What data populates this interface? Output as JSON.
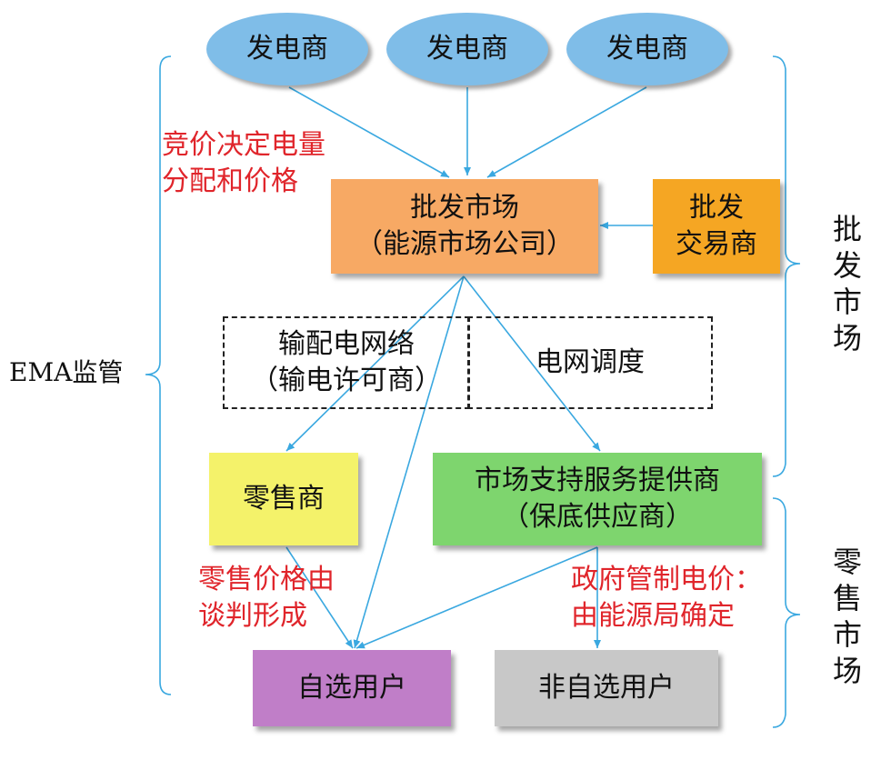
{
  "generators": [
    "发电商",
    "发电商",
    "发电商"
  ],
  "wholesale_market": {
    "line1": "批发市场",
    "line2": "（能源市场公司）"
  },
  "wholesale_trader": {
    "line1": "批发",
    "line2": "交易商"
  },
  "bidding_note": {
    "line1": "竞价决定电量",
    "line2": "分配和价格"
  },
  "grid": {
    "line1": "输配电网络",
    "line2": "（输电许可商）"
  },
  "dispatch": "电网调度",
  "retailer": "零售商",
  "support_provider": {
    "line1": "市场支持服务提供商",
    "line2": "（保底供应商）"
  },
  "retail_note": {
    "line1": "零售价格由",
    "line2": "谈判形成"
  },
  "gov_note": {
    "line1": "政府管制电价：",
    "line2": "由能源局确定"
  },
  "contestable_user": "自选用户",
  "non_contestable_user": "非自选用户",
  "regulator_label": "EMA监管",
  "wholesale_market_label": [
    "批",
    "发",
    "市",
    "场"
  ],
  "retail_market_label": [
    "零",
    "售",
    "市",
    "场"
  ],
  "colors": {
    "generator": "#7fbde8",
    "wholesale_market": "#f7a964",
    "wholesale_trader": "#f5a623",
    "retailer": "#f4f26a",
    "support_provider": "#7ed56e",
    "contestable_user": "#c07ec8",
    "non_contestable_user": "#c8c8c8",
    "arrow": "#3aa8e0",
    "note_text": "#e0252b"
  }
}
